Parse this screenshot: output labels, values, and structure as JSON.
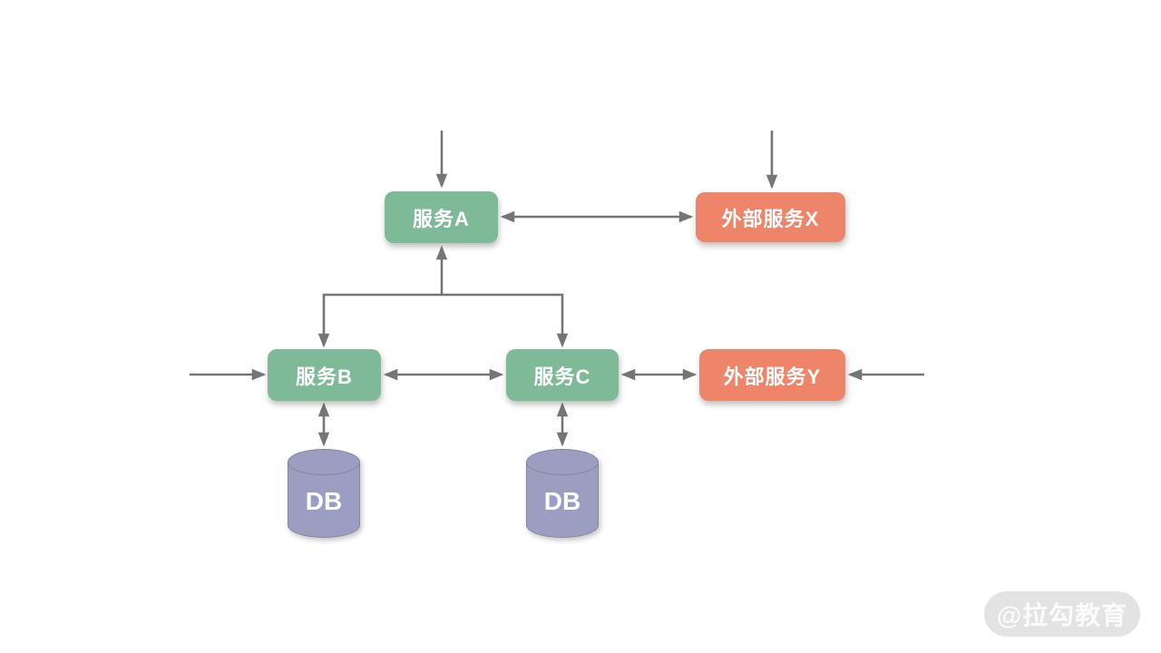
{
  "diagram": {
    "arrow_color": "#757575",
    "node_colors": {
      "service": "#7eba97",
      "external": "#ee8468",
      "database": "#9b9dc1"
    },
    "nodes": [
      {
        "id": "service-a",
        "label": "服务A",
        "type": "service"
      },
      {
        "id": "external-service-x",
        "label": "外部服务X",
        "type": "external"
      },
      {
        "id": "service-b",
        "label": "服务B",
        "type": "service"
      },
      {
        "id": "service-c",
        "label": "服务C",
        "type": "service"
      },
      {
        "id": "external-service-y",
        "label": "外部服务Y",
        "type": "external"
      },
      {
        "id": "db-left",
        "label": "DB",
        "type": "database"
      },
      {
        "id": "db-right",
        "label": "DB",
        "type": "database"
      }
    ],
    "edges": [
      {
        "from": "inbound-top-left",
        "to": "service-a",
        "direction": "one-way"
      },
      {
        "from": "inbound-top-right",
        "to": "external-service-x",
        "direction": "one-way"
      },
      {
        "from": "service-a",
        "to": "external-service-x",
        "direction": "two-way"
      },
      {
        "from": "service-a",
        "to": "service-b",
        "direction": "two-way",
        "style": "tree-branch"
      },
      {
        "from": "service-a",
        "to": "service-c",
        "direction": "two-way",
        "style": "tree-branch"
      },
      {
        "from": "inbound-left",
        "to": "service-b",
        "direction": "one-way"
      },
      {
        "from": "service-b",
        "to": "service-c",
        "direction": "two-way"
      },
      {
        "from": "service-c",
        "to": "external-service-y",
        "direction": "two-way"
      },
      {
        "from": "inbound-right",
        "to": "external-service-y",
        "direction": "one-way"
      },
      {
        "from": "service-b",
        "to": "db-left",
        "direction": "two-way"
      },
      {
        "from": "service-c",
        "to": "db-right",
        "direction": "two-way"
      }
    ]
  },
  "watermark": {
    "text": "@拉勾教育"
  }
}
